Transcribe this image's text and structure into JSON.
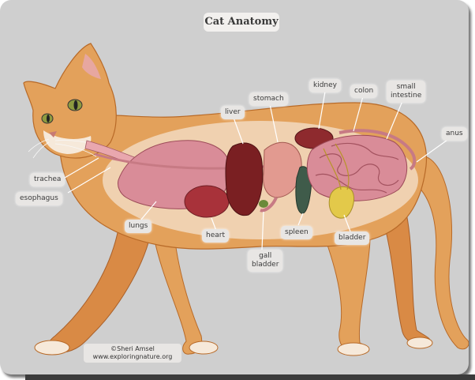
{
  "title": "Cat Anatomy",
  "labels": {
    "trachea": "trachea",
    "esophagus": "esophagus",
    "lungs": "lungs",
    "heart": "heart",
    "liver": "liver",
    "stomach": "stomach",
    "gall_bladder_line1": "gall",
    "gall_bladder_line2": "bladder",
    "spleen": "spleen",
    "kidney": "kidney",
    "colon": "colon",
    "small_intestine_line1": "small",
    "small_intestine_line2": "intestine",
    "anus": "anus",
    "bladder": "bladder"
  },
  "credit": {
    "line1": "©Sheri Amsel",
    "line2": "www.exploringnature.org"
  },
  "colors": {
    "background": "#cfcfcf",
    "fur": "#e3a15b",
    "fur_dark": "#c9772f",
    "organ_pink": "#d98c98",
    "liver": "#7a1f22",
    "spleen": "#3f5b4a",
    "bladder": "#e3c94a"
  }
}
